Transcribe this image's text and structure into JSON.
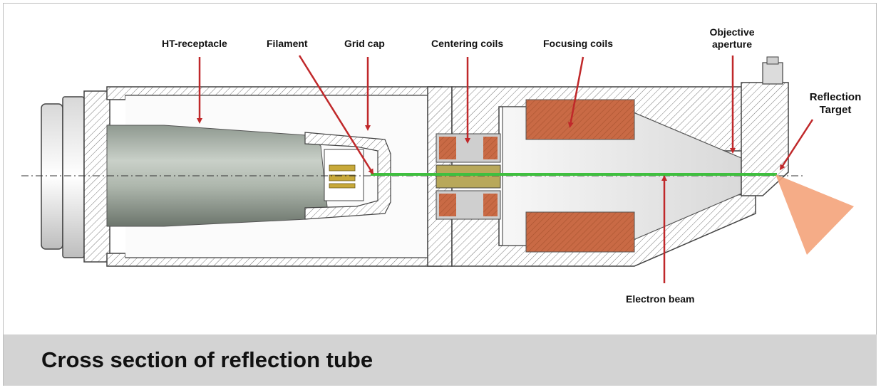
{
  "caption": "Cross section of reflection tube",
  "labels": {
    "ht_receptacle": "HT-receptacle",
    "filament": "Filament",
    "grid_cap": "Grid cap",
    "centering_coils": "Centering coils",
    "focusing_coils": "Focusing coils",
    "objective_aperture_line1": "Objective",
    "objective_aperture_line2": "aperture",
    "reflection_target_line1": "Reflection",
    "reflection_target_line2": "Target",
    "electron_beam": "Electron beam"
  },
  "colors": {
    "arrow": "#c0282a",
    "beam": "#3fbf3f",
    "coil": "#c96a45",
    "xray": "#f4a37a",
    "caption_bar": "#d3d3d3",
    "hatch": "#6e6e6e"
  }
}
